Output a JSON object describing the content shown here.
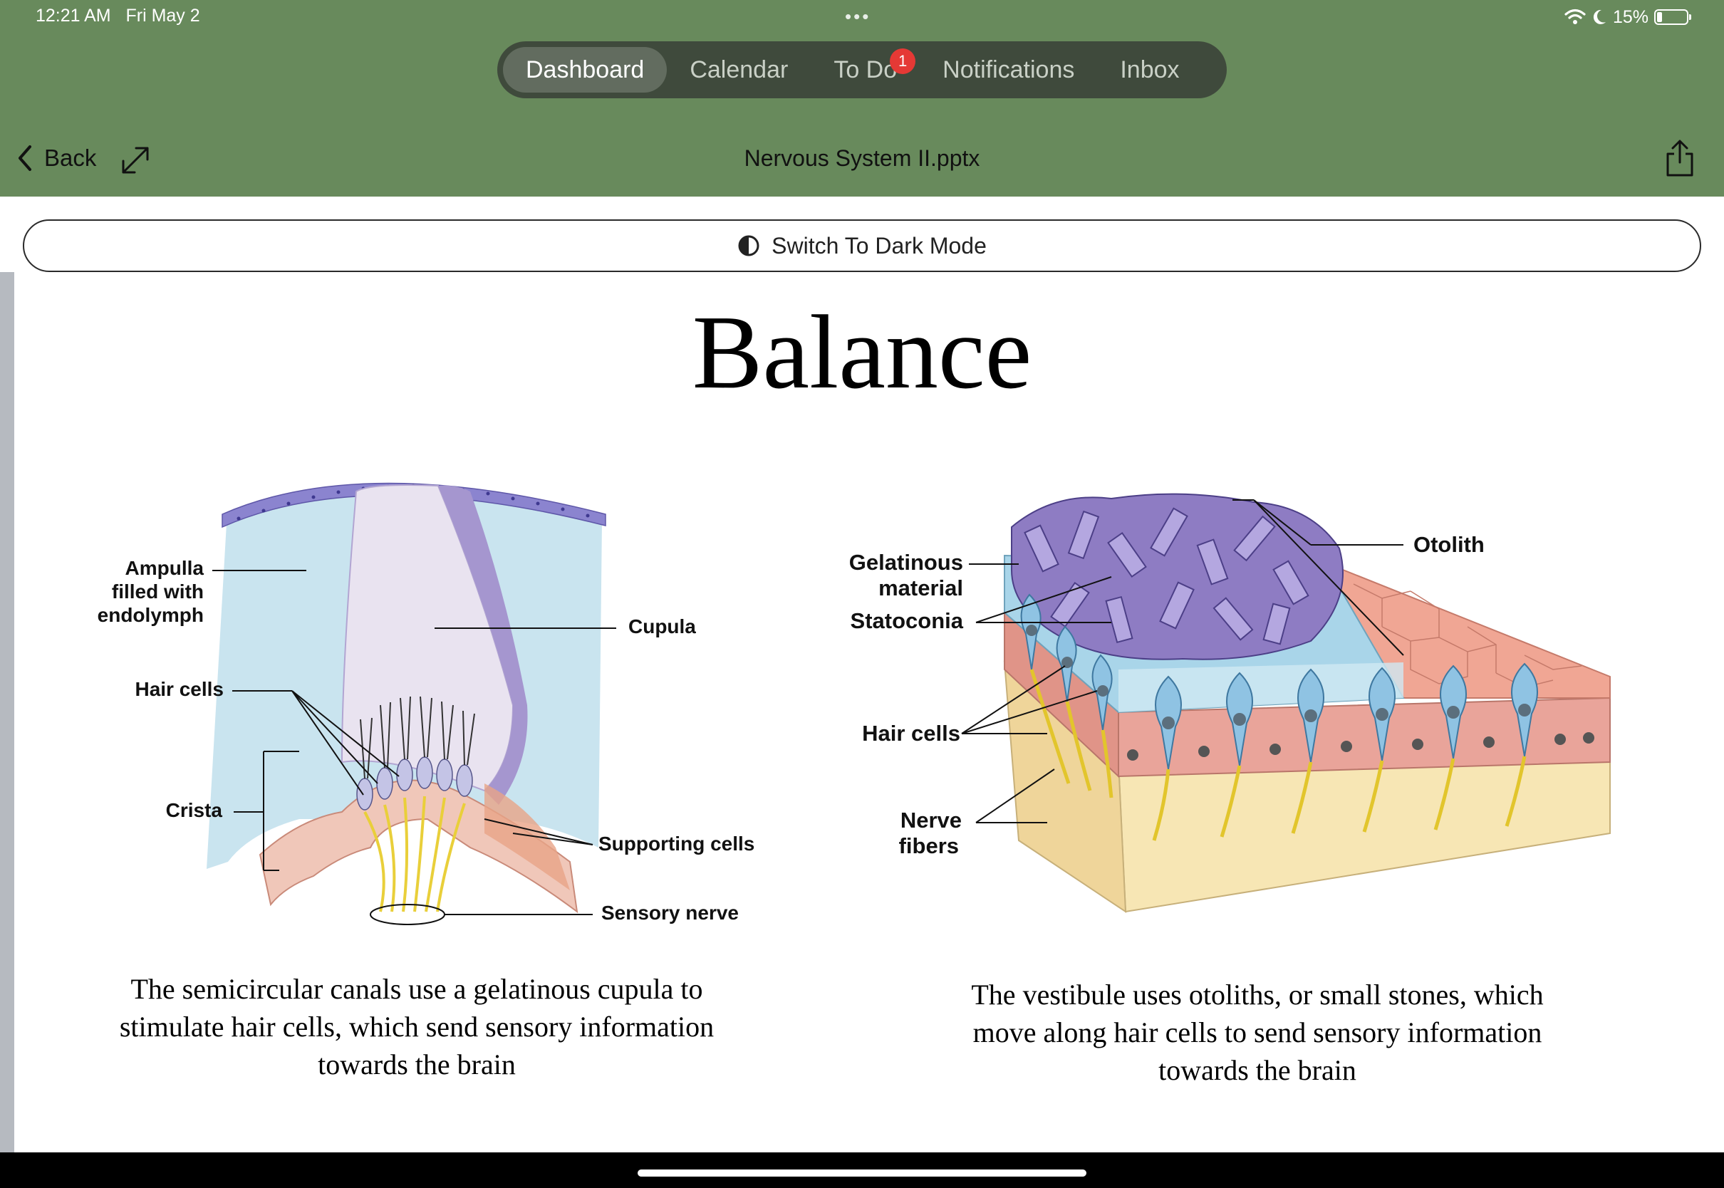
{
  "status_bar": {
    "time": "12:21 AM",
    "date": "Fri May 2",
    "battery_text": "15%",
    "battery_level": 0.15
  },
  "nav_tabs": [
    {
      "label": "Dashboard",
      "active": true
    },
    {
      "label": "Calendar",
      "active": false
    },
    {
      "label": "To Do",
      "active": false,
      "badge": "1"
    },
    {
      "label": "Notifications",
      "active": false
    },
    {
      "label": "Inbox",
      "active": false
    }
  ],
  "toolbar": {
    "back_label": "Back",
    "document_title": "Nervous System II.pptx"
  },
  "dark_mode_button": {
    "label": "Switch To Dark Mode"
  },
  "slide": {
    "title": "Balance",
    "left_figure": {
      "labels": {
        "ampulla_1": "Ampulla",
        "ampulla_2": "filled with",
        "ampulla_3": "endolymph",
        "hair_cells": "Hair cells",
        "crista": "Crista",
        "cupula": "Cupula",
        "supporting_cells": "Supporting cells",
        "sensory_nerve": "Sensory nerve"
      },
      "caption_lines": [
        "The semicircular canals use a gelatinous cupula to",
        "stimulate hair cells, which send sensory information",
        "towards the brain"
      ]
    },
    "right_figure": {
      "labels": {
        "gelatinous_1": "Gelatinous",
        "gelatinous_2": "material",
        "statoconia": "Statoconia",
        "otolith": "Otolith",
        "hair_cells": "Hair cells",
        "nerve_1": "Nerve",
        "nerve_2": "fibers"
      },
      "caption_lines": [
        "The vestibule uses otoliths, or small stones, which",
        "move along hair cells to send sensory information",
        "towards the brain"
      ]
    }
  },
  "colors": {
    "header_green": "#688a5c",
    "segment_bg": "#3f4a3c",
    "badge_red": "#e53935",
    "crystal_purple": "#8e7cc3",
    "endolymph_blue": "#c9e4ef",
    "epithelium_pink": "#e9a49a"
  }
}
